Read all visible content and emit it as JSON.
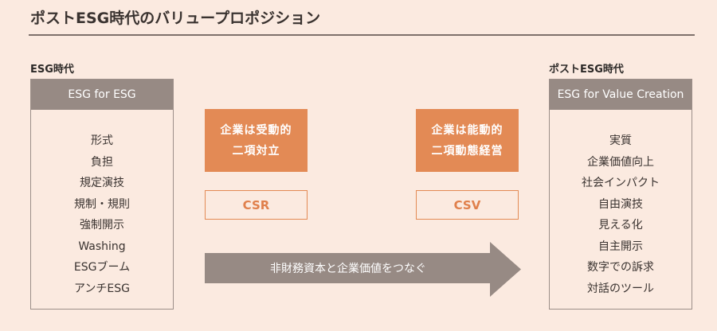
{
  "title": "ポストESG時代のバリュープロポジション",
  "left": {
    "era": "ESG時代",
    "header": "ESG for ESG",
    "items": [
      "形式",
      "負担",
      "規定演技",
      "規制・規則",
      "強制開示",
      "Washing",
      "ESGブーム",
      "アンチESG"
    ]
  },
  "right": {
    "era": "ポストESG時代",
    "header": "ESG for Value Creation",
    "items": [
      "実質",
      "企業価値向上",
      "社会インパクト",
      "自由演技",
      "見える化",
      "自主開示",
      "数字での訴求",
      "対話のツール"
    ]
  },
  "middle_left": {
    "lines": [
      "企業は受動的",
      "二項対立"
    ],
    "tag": "CSR"
  },
  "middle_right": {
    "lines": [
      "企業は能動的",
      "二項動態経営"
    ],
    "tag": "CSV"
  },
  "arrow": {
    "label": "非財務資本と企業価値をつなぐ"
  },
  "colors": {
    "background": "#fbeae0",
    "gray": "#978a84",
    "orange": "#e38a55"
  }
}
